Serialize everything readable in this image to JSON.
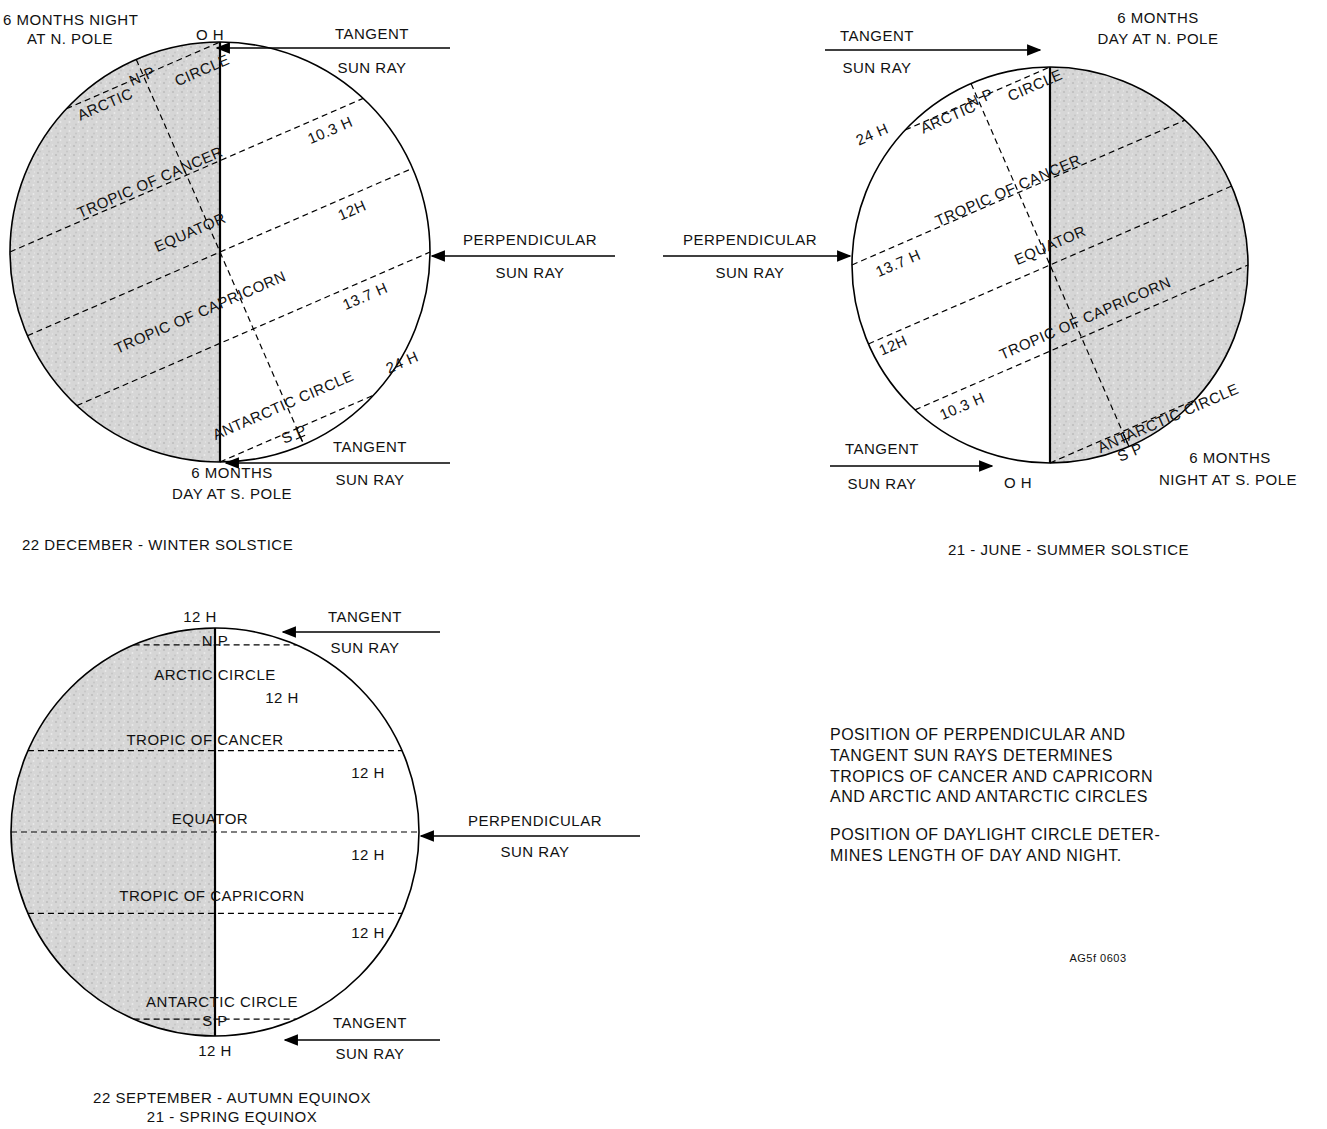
{
  "diagram": {
    "labels": [
      "6  MONTHS NIGHT",
      "AT N. POLE",
      "O H",
      "TANGENT",
      "SUN RAY",
      "N P",
      "ARCTIC",
      "CIRCLE",
      "TROPIC  OF CANCER",
      "10.3 H",
      "EQUATOR",
      "12H",
      "PERPENDICULAR",
      "SUN RAY",
      "TROPIC  OF CAPRICORN",
      "13.7 H",
      "ANTARCTIC  CIRCLE",
      "24  H",
      "S P",
      "TANGENT",
      "SUN RAY",
      "6  MONTHS",
      "DAY AT  S. POLE",
      "22  DECEMBER - WINTER  SOLSTICE",
      "6  MONTHS",
      "DAY AT  N. POLE",
      "TANGENT",
      "SUN RAY",
      "N P",
      "ARCTIC",
      "CIRCLE",
      "24  H",
      "TROPIC  OF CANCER",
      "PERPENDICULAR",
      "SUN RAY",
      "13.7 H",
      "EQUATOR",
      "12H",
      "TROPIC  OF CAPRICORN",
      "10.3 H",
      "ANTARCTIC  CIRCLE",
      "S P",
      "TANGENT",
      "SUN RAY",
      "O H",
      "6  MONTHS",
      "NIGHT  AT  S. POLE",
      "21 - JUNE -  SUMMER SOLSTICE",
      "12  H",
      "TANGENT",
      "SUN RAY",
      "N  P",
      "ARCTIC  CIRCLE",
      "12  H",
      "TROPIC  OF  CANCER",
      "12  H",
      "EQUATOR",
      "PERPENDICULAR",
      "SUN RAY",
      "12  H",
      "TROPIC  OF  CAPRICORN",
      "12  H",
      "ANTARCTIC  CIRCLE",
      "S  P",
      "TANGENT",
      "SUN RAY",
      "12  H",
      "22  SEPTEMBER -  AUTUMN  EQUINOX",
      "21 -  SPRING EQUINOX",
      "POSITION  OF  PERPENDICULAR AND TANGENT SUN RAYS DETERMINES TROPICS OF CANCER AND CAPRICORN AND ARCTIC AND ANTARCTIC CIRCLES",
      "POSITION OF DAYLIGHT CIRCLE  DETER- MINES LENGTH OF DAY AND NIGHT.",
      "AG5f 0603"
    ]
  }
}
